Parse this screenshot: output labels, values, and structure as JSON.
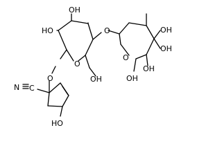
{
  "labels": {
    "ho_top": "HO",
    "oh_top": "OH",
    "o_bridge": "O",
    "oh_sugar2_upper": "OH",
    "oh_sugar2_right": "OH",
    "o_ring1": "O",
    "o_ring2": "O",
    "o_glycoside": "O",
    "oh_ch2": "OH",
    "oh_sugar2_lower": "OH",
    "oh_anomeric": "OH",
    "nitrile_n": "N",
    "nitrile_c": "C",
    "ho_bottom": "HO"
  },
  "colors": {
    "ink": "#000000",
    "background": "#ffffff"
  }
}
